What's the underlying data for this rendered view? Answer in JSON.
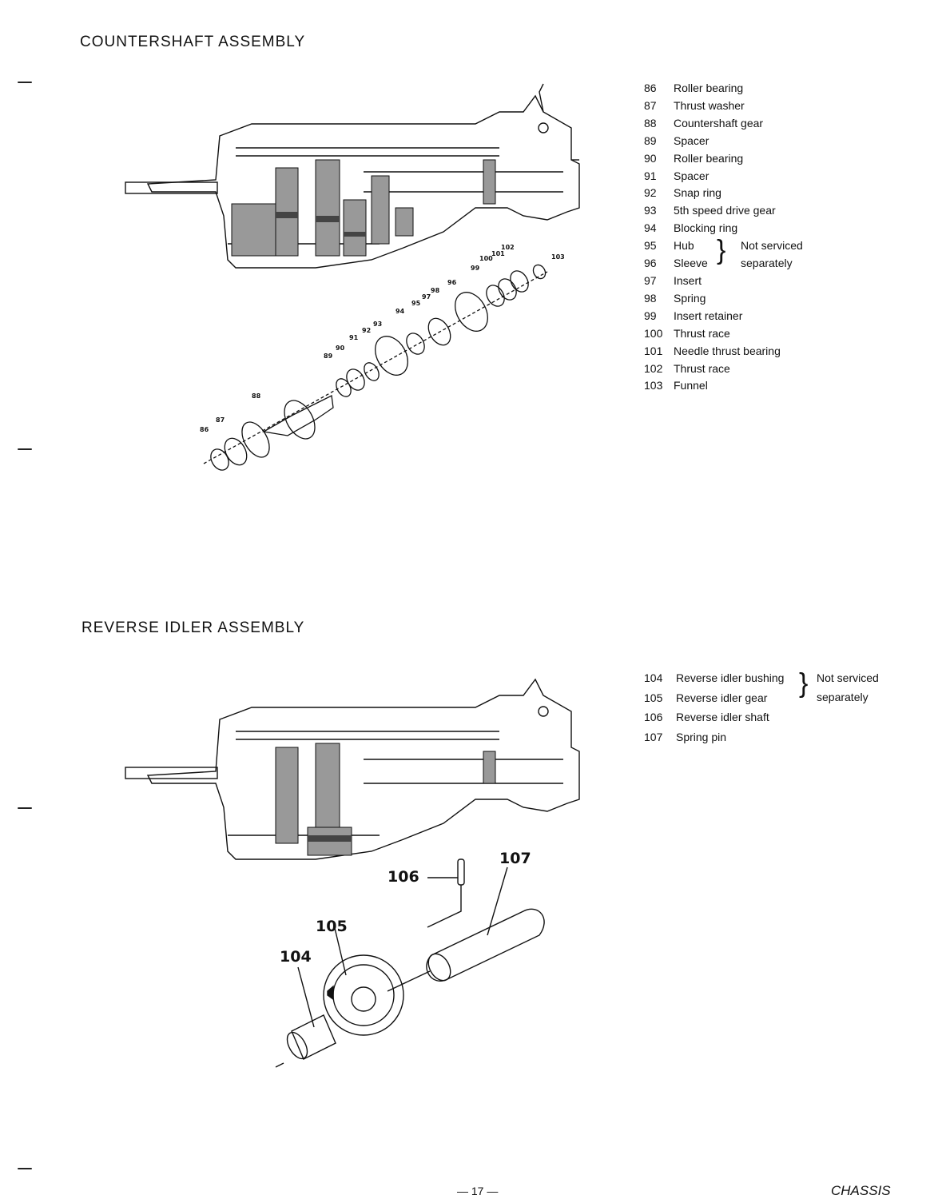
{
  "countershaft": {
    "title": "COUNTERSHAFT ASSEMBLY",
    "parts": [
      {
        "num": "86",
        "name": "Roller bearing"
      },
      {
        "num": "87",
        "name": "Thrust washer"
      },
      {
        "num": "88",
        "name": "Countershaft gear"
      },
      {
        "num": "89",
        "name": "Spacer"
      },
      {
        "num": "90",
        "name": "Roller bearing"
      },
      {
        "num": "91",
        "name": "Spacer"
      },
      {
        "num": "92",
        "name": "Snap ring"
      },
      {
        "num": "93",
        "name": "5th speed drive gear"
      },
      {
        "num": "94",
        "name": "Blocking ring"
      },
      {
        "num": "95",
        "name": "Hub"
      },
      {
        "num": "96",
        "name": "Sleeve"
      },
      {
        "num": "97",
        "name": "Insert"
      },
      {
        "num": "98",
        "name": "Spring"
      },
      {
        "num": "99",
        "name": "Insert retainer"
      },
      {
        "num": "100",
        "name": "Thrust race"
      },
      {
        "num": "101",
        "name": "Needle thrust bearing"
      },
      {
        "num": "102",
        "name": "Thrust race"
      },
      {
        "num": "103",
        "name": "Funnel"
      }
    ],
    "note_line1": "Not serviced",
    "note_line2": "separately",
    "callouts": [
      "86",
      "87",
      "88",
      "89",
      "90",
      "91",
      "92",
      "93",
      "94",
      "95",
      "97",
      "98",
      "96",
      "99",
      "100",
      "101",
      "102",
      "103"
    ]
  },
  "reverse_idler": {
    "title": "REVERSE IDLER ASSEMBLY",
    "parts": [
      {
        "num": "104",
        "name": "Reverse idler bushing"
      },
      {
        "num": "105",
        "name": "Reverse idler gear"
      },
      {
        "num": "106",
        "name": "Reverse idler shaft"
      },
      {
        "num": "107",
        "name": "Spring pin"
      }
    ],
    "note_line1": "Not serviced",
    "note_line2": "separately",
    "callouts": {
      "c104": "104",
      "c105": "105",
      "c106": "106",
      "c107": "107"
    }
  },
  "footer": {
    "page_number": "— 17 —",
    "section": "CHASSIS"
  }
}
